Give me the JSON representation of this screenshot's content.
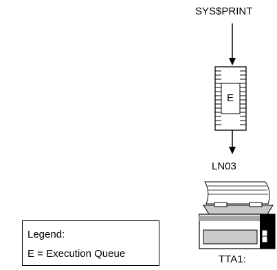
{
  "queue_source": "SYS$PRINT",
  "queue_letter": "E",
  "printer_name": "LN03",
  "device_name": "TTA1:",
  "legend": {
    "title": "Legend:",
    "entry": "E = Execution Queue"
  }
}
